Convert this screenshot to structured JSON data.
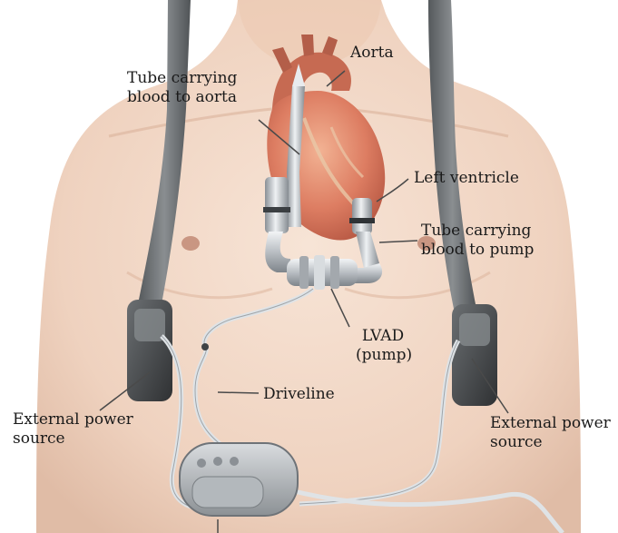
{
  "labels": {
    "aorta": "Aorta",
    "tube_to_aorta": [
      "Tube carrying",
      "blood to aorta"
    ],
    "left_ventricle": "Left ventricle",
    "tube_to_pump": [
      "Tube carrying",
      "blood to pump"
    ],
    "lvad": [
      "LVAD",
      "(pump)"
    ],
    "driveline": "Driveline",
    "power_left": [
      "External power",
      "source"
    ],
    "power_right": [
      "External power",
      "source"
    ]
  },
  "colors": {
    "skin": "#f1d7c4",
    "skin_shadow": "#deb8a0",
    "heart": "#d9765a",
    "heart_light": "#eea181",
    "strap": "#6f7376",
    "battery": "#4a4d50",
    "metal": "#c8ccd0",
    "cable": "#dfe3e6"
  }
}
